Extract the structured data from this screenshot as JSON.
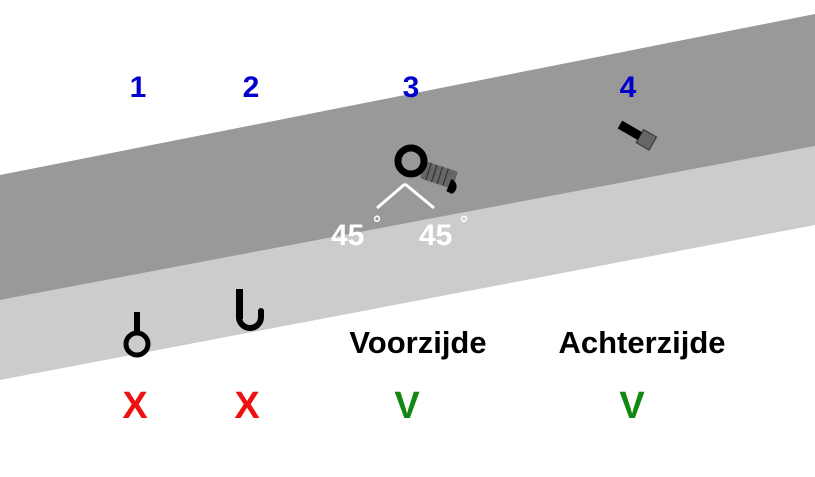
{
  "colors": {
    "band_dark": "#999999",
    "band_light": "#cccccc",
    "number": "#0000cc",
    "wrong": "#ee1111",
    "right": "#118811",
    "angle": "#ffffff",
    "fitting": "#000000",
    "bolt_body": "#666666"
  },
  "positions": [
    {
      "number": "1",
      "mark": "X",
      "correct": false,
      "icon": "eye-on-stem-icon"
    },
    {
      "number": "2",
      "mark": "X",
      "correct": false,
      "icon": "hook-icon"
    },
    {
      "number": "3",
      "mark": "V",
      "correct": true,
      "caption": "Voorzijde",
      "icon": "eye-bolt-icon"
    },
    {
      "number": "4",
      "mark": "V",
      "correct": true,
      "caption": "Achterzijde",
      "icon": "bolt-end-icon"
    }
  ],
  "angles": {
    "left": "45",
    "right": "45",
    "degree_symbol": "°"
  }
}
